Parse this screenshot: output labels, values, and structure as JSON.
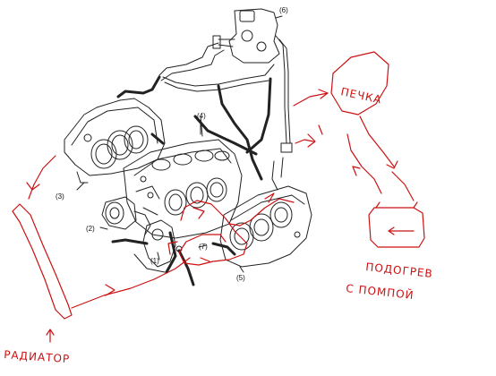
{
  "diagram": {
    "part_labels": {
      "p1": "(1)",
      "p2": "(2)",
      "p3": "(3)",
      "p4": "(4)",
      "p5": "(5)",
      "p6": "(6)",
      "p7": "(7)"
    },
    "annotations": {
      "radiator": "РАДИАТОР",
      "pechka": "ПЕЧКА",
      "podogrev_line1": "ПОДОГРЕВ",
      "podogrev_line2": "С ПОМПОЙ"
    },
    "colors": {
      "line_art": "#222222",
      "annotation_red": "#cc1111"
    }
  }
}
